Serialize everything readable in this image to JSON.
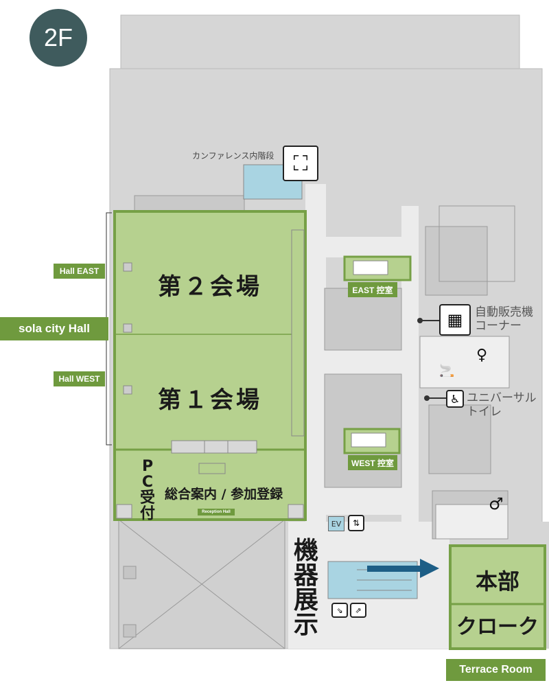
{
  "floor": "2F",
  "colors": {
    "building": "#d6d6d6",
    "corridor": "#ececec",
    "hall": "#b6d18f",
    "hall_border": "#76a046",
    "tag": "#6f9a3e",
    "badge": "#3f5b5d",
    "escalator": "#a9d4e2",
    "arrow": "#1d5e86"
  },
  "labels": {
    "hall_east": "Hall EAST",
    "sola_city_hall": "sola city Hall",
    "hall_west": "Hall WEST",
    "conference_stairs": "カンファレンス内階段",
    "venue2": "第２会場",
    "venue1": "第１会場",
    "pc_reception": "PC受付",
    "general_info": "総合案内 / 参加登録",
    "reception_hall": "Reception Hall",
    "east_room": "EAST 控室",
    "west_room": "WEST 控室",
    "vending_line1": "自動販売機",
    "vending_line2": "コーナー",
    "universal_line1": "ユニバーサル",
    "universal_line2": "トイレ",
    "ev": "EV",
    "exhibition": "機器展示",
    "headquarters": "本部",
    "cloak": "クローク",
    "terrace_room": "Terrace Room"
  }
}
